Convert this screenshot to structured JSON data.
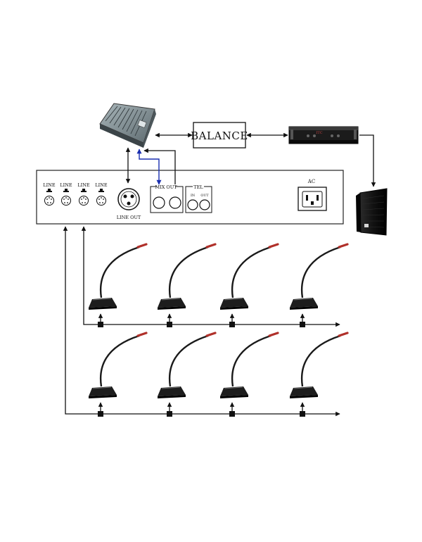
{
  "diagram": {
    "balance_label": "BALANCE",
    "line_jack_labels": [
      "LINE",
      "LINE",
      "LINE",
      "LINE"
    ],
    "line_out_label": "LINE OUT",
    "mix_out_label": "MIX OUT",
    "tel_label": "TEL",
    "tel_in_label": "IN",
    "tel_out_label": "OUT",
    "ac_label": "AC",
    "amplifier_badge": "ITC"
  },
  "colors": {
    "line": "#111111",
    "mixer_link": "#1a2fb0",
    "panel_border": "#222222",
    "mixer_body": "#7d8c90",
    "amplifier_body": "#1b1b1b",
    "speaker_body": "#151515",
    "mic_base": "#1d1d1d",
    "mic_tip": "#b0302a"
  }
}
